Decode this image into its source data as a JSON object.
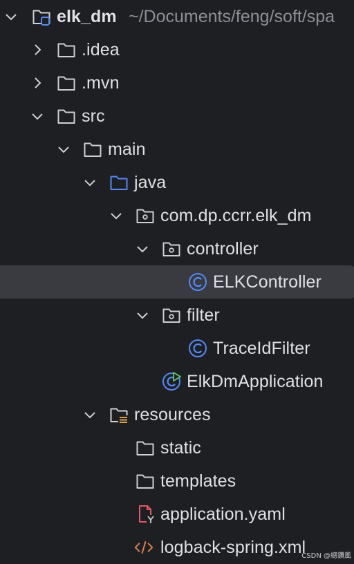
{
  "tree": {
    "root": {
      "label": "elk_dm",
      "path": "~/Documents/feng/soft/spa",
      "expanded": true,
      "icon": "module-folder-icon"
    },
    "items": [
      {
        "label": ".idea",
        "expanded": false,
        "icon": "folder-icon"
      },
      {
        "label": ".mvn",
        "expanded": false,
        "icon": "folder-icon"
      },
      {
        "label": "src",
        "expanded": true,
        "icon": "folder-icon"
      },
      {
        "label": "main",
        "expanded": true,
        "icon": "folder-icon"
      },
      {
        "label": "java",
        "expanded": true,
        "icon": "source-root-icon"
      },
      {
        "label": "com.dp.ccrr.elk_dm",
        "expanded": true,
        "icon": "package-icon"
      },
      {
        "label": "controller",
        "expanded": true,
        "icon": "package-icon"
      },
      {
        "label": "ELKController",
        "icon": "java-class-icon",
        "selected": true
      },
      {
        "label": "filter",
        "expanded": true,
        "icon": "package-icon"
      },
      {
        "label": "TraceIdFilter",
        "icon": "java-class-icon"
      },
      {
        "label": "ElkDmApplication",
        "icon": "spring-boot-application-icon"
      },
      {
        "label": "resources",
        "expanded": true,
        "icon": "resources-root-icon"
      },
      {
        "label": "static",
        "icon": "folder-icon"
      },
      {
        "label": "templates",
        "icon": "folder-icon"
      },
      {
        "label": "application.yaml",
        "icon": "yaml-file-icon"
      },
      {
        "label": "logback-spring.xml",
        "icon": "xml-file-icon"
      }
    ]
  },
  "watermark": "CSDN @總鑽風",
  "colors": {
    "background": "#1e1f22",
    "selection": "#393b40",
    "text": "#dfe1e5",
    "path_text": "#8c8f96",
    "icon_outline": "#ced0d6",
    "source_root": "#548af7",
    "class_icon": "#548af7",
    "spring_green": "#5fb865",
    "resources_badge": "#d9a343",
    "yaml_red": "#e55765",
    "xml_orange": "#e08855"
  }
}
